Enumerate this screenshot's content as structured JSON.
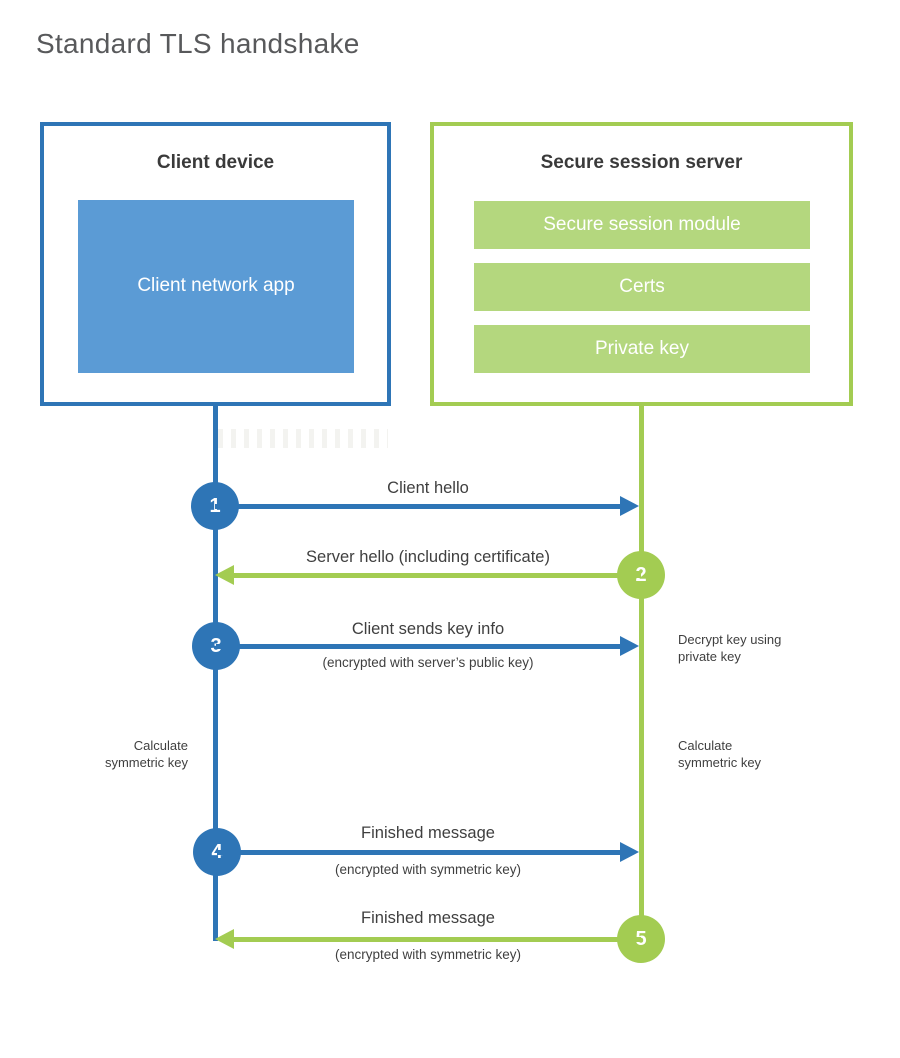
{
  "title": "Standard TLS handshake",
  "client_box": {
    "title": "Client device",
    "app_label": "Client network app"
  },
  "server_box": {
    "title": "Secure session server",
    "modules": [
      {
        "label": "Secure session module"
      },
      {
        "label": "Certs"
      },
      {
        "label": "Private key"
      }
    ]
  },
  "steps": [
    {
      "num": "1",
      "label": "Client hello",
      "sublabel": "",
      "direction": "client-to-server"
    },
    {
      "num": "2",
      "label": "Server hello (including certificate)",
      "sublabel": "",
      "direction": "server-to-client"
    },
    {
      "num": "3",
      "label": "Client sends key info",
      "sublabel": "(encrypted with server’s public key)",
      "direction": "client-to-server"
    },
    {
      "num": "4",
      "label": "Finished message",
      "sublabel": "(encrypted with symmetric key)",
      "direction": "client-to-server"
    },
    {
      "num": "5",
      "label": "Finished message",
      "sublabel": "(encrypted with symmetric key)",
      "direction": "server-to-client"
    }
  ],
  "annotations": {
    "decrypt_key": "Decrypt key using\nprivate key",
    "calculate_left": "Calculate\nsymmetric key",
    "calculate_right": "Calculate\nsymmetric key"
  },
  "colors": {
    "client_accent": "#2e75b6",
    "client_fill": "#5b9bd5",
    "server_accent": "#a3cc52",
    "server_fill": "#b4d77e",
    "title_gray": "#58595b",
    "label_gray": "#3f3f3f"
  }
}
